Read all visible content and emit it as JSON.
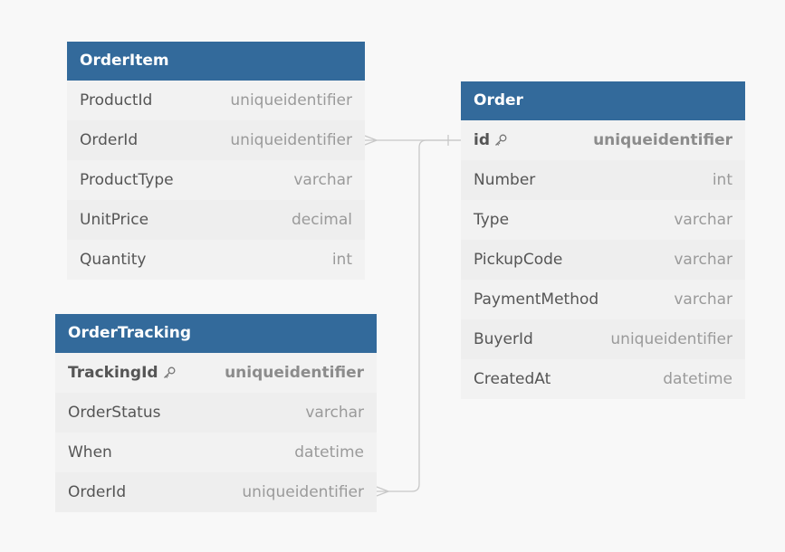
{
  "tables": {
    "orderitem": {
      "title": "OrderItem",
      "columns": [
        {
          "name": "ProductId",
          "type": "uniqueidentifier"
        },
        {
          "name": "OrderId",
          "type": "uniqueidentifier"
        },
        {
          "name": "ProductType",
          "type": "varchar"
        },
        {
          "name": "UnitPrice",
          "type": "decimal"
        },
        {
          "name": "Quantity",
          "type": "int"
        }
      ]
    },
    "order": {
      "title": "Order",
      "columns": [
        {
          "name": "id",
          "type": "uniqueidentifier",
          "pk": true
        },
        {
          "name": "Number",
          "type": "int"
        },
        {
          "name": "Type",
          "type": "varchar"
        },
        {
          "name": "PickupCode",
          "type": "varchar"
        },
        {
          "name": "PaymentMethod",
          "type": "varchar"
        },
        {
          "name": "BuyerId",
          "type": "uniqueidentifier"
        },
        {
          "name": "CreatedAt",
          "type": "datetime"
        }
      ]
    },
    "ordertracking": {
      "title": "OrderTracking",
      "columns": [
        {
          "name": "TrackingId",
          "type": "uniqueidentifier",
          "pk": true
        },
        {
          "name": "OrderStatus",
          "type": "varchar"
        },
        {
          "name": "When",
          "type": "datetime"
        },
        {
          "name": "OrderId",
          "type": "uniqueidentifier"
        }
      ]
    }
  },
  "relationships": [
    {
      "from": "OrderItem.OrderId",
      "to": "Order.id",
      "from_cardinality": "many",
      "to_cardinality": "one"
    },
    {
      "from": "OrderTracking.OrderId",
      "to": "Order.id",
      "from_cardinality": "many",
      "to_cardinality": "one"
    }
  ],
  "colors": {
    "header_bg": "#336a9b",
    "header_text": "#ffffff",
    "table_bg": "#f2f2f2",
    "canvas_bg": "#f8f8f8",
    "connector": "#c8c8c8"
  },
  "icons": {
    "primary_key": "key-icon"
  }
}
